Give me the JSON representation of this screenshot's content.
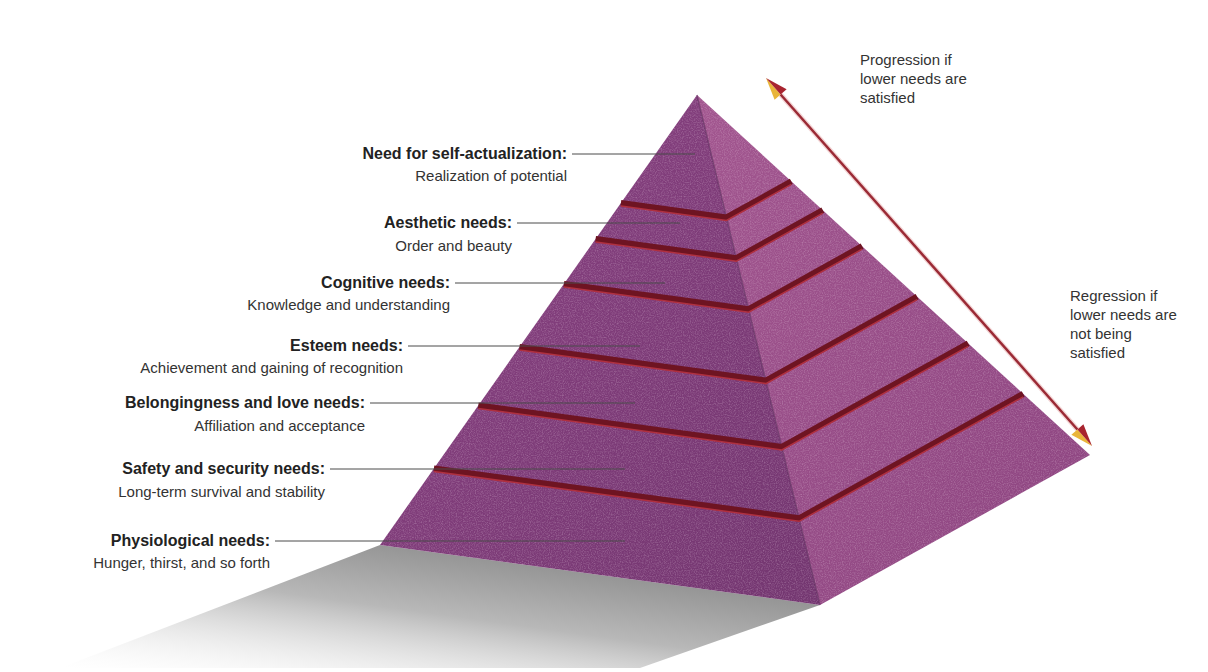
{
  "diagram": {
    "labels": [
      "Progression if lower needs are satisfied",
      "Need for self-actualization:",
      "Realization of potential",
      "Aesthetic needs:",
      "Order and beauty",
      "Cognitive needs:",
      "Knowledge and understanding",
      "Esteem needs:",
      "Achievement and gaining of recognition",
      "Belongingness and love needs:",
      "Affiliation and acceptance",
      "Regression if lower needs are not being satisfied",
      "Safety and security needs:",
      "Long-term survival and stability",
      "Physiological needs:",
      "Hunger, thirst, and so forth"
    ]
  }
}
